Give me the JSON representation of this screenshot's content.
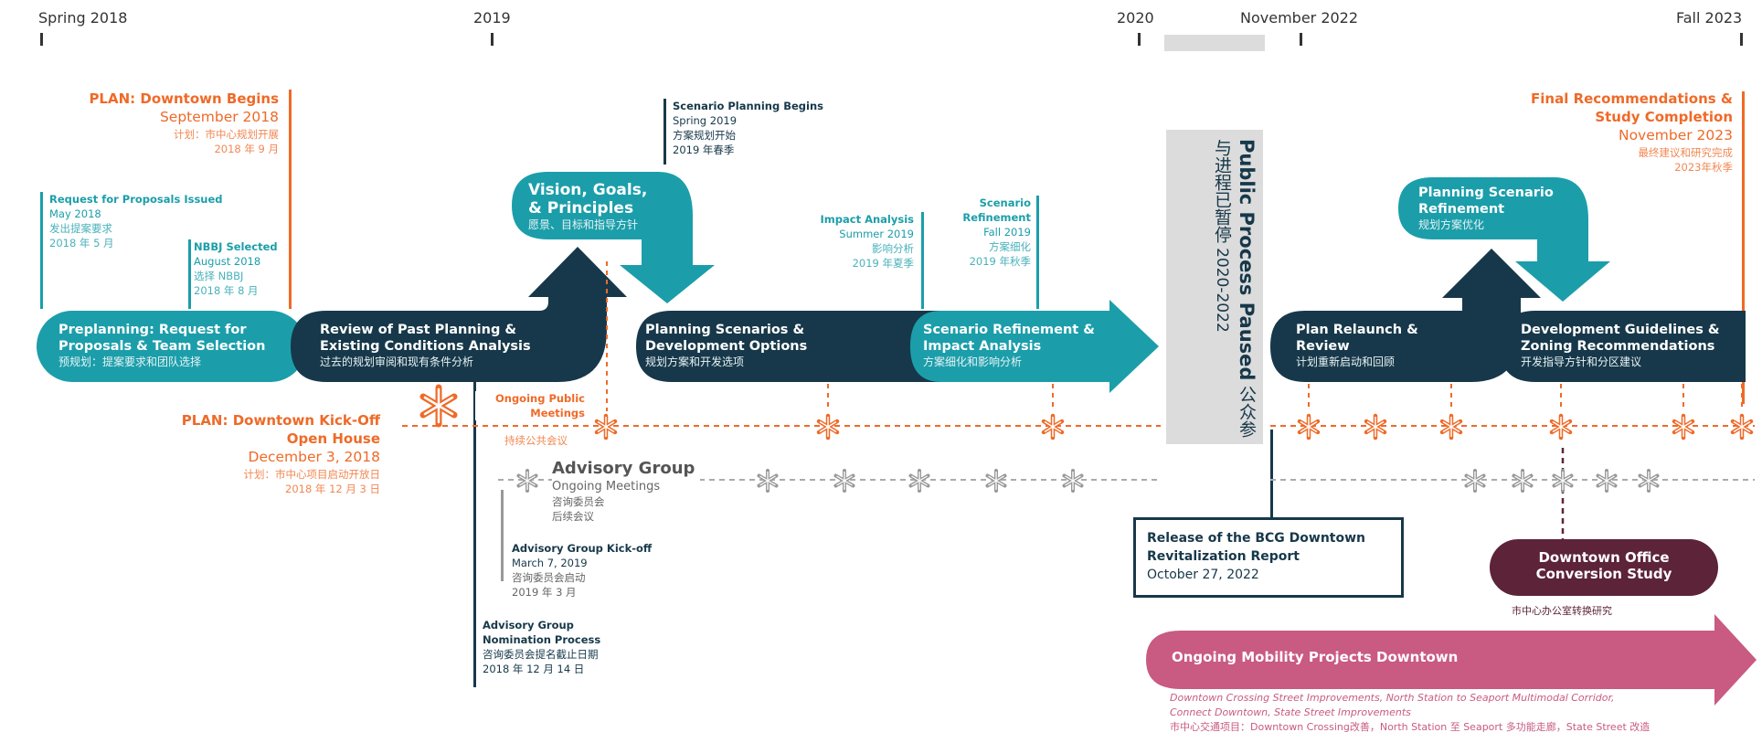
{
  "colors": {
    "teal": "#1b9eaa",
    "navy": "#17384a",
    "orange": "#ef6a28",
    "gray": "#999999",
    "maroon": "#5c2339",
    "pink": "#c95a82"
  },
  "timeline": {
    "labels": [
      "Spring 2018",
      "2019",
      "2020",
      "November 2022",
      "Fall 2023"
    ]
  },
  "milestones": {
    "plan_begins": {
      "title": "PLAN: Downtown Begins",
      "date": "September 2018",
      "zh1": "计划：市中心规划开展",
      "zh2": "2018 年 9 月"
    },
    "rfp": {
      "title": "Request for Proposals Issued",
      "date": "May 2018",
      "zh1": "发出提案要求",
      "zh2": "2018 年 5 月"
    },
    "nbbj": {
      "title": "NBBJ Selected",
      "date": "August 2018",
      "zh1": "选择 NBBJ",
      "zh2": "2018 年 8 月"
    },
    "scenario_begins": {
      "title": "Scenario Planning Begins",
      "date": "Spring 2019",
      "zh1": "方案规划开始",
      "zh2": "2019 年春季"
    },
    "impact": {
      "title": "Impact Analysis",
      "date": "Summer 2019",
      "zh1": "影响分析",
      "zh2": "2019 年夏季"
    },
    "refinement": {
      "title1": "Scenario",
      "title2": "Refinement",
      "date": "Fall 2019",
      "zh1": "方案细化",
      "zh2": "2019 年秋季"
    },
    "final": {
      "title1": "Final Recommendations &",
      "title2": "Study Completion",
      "date": "November 2023",
      "zh1": "最终建议和研究完成",
      "zh2": "2023年秋季"
    },
    "kickoff": {
      "title1": "PLAN: Downtown Kick-Off",
      "title2": "Open House",
      "date": "December 3, 2018",
      "zh1": "计划：市中心项目启动开放日",
      "zh2": "2018 年 12 月 3 日"
    },
    "ongoing_meetings": {
      "title1": "Ongoing Public",
      "title2": "Meetings",
      "zh": "持续公共会议"
    },
    "advisory_group": {
      "title": "Advisory Group",
      "sub": "Ongoing Meetings",
      "zh1": "咨询委员会",
      "zh2": "后续会议"
    },
    "ag_kickoff": {
      "title": "Advisory Group Kick-off",
      "date": "March 7, 2019",
      "zh1": "咨询委员会启动",
      "zh2": "2019 年 3 月"
    },
    "ag_nomination": {
      "title1": "Advisory Group",
      "title2": "Nomination Process",
      "zh1": "咨询委员会提名截止日期",
      "zh2": "2018 年 12 月 14 日"
    }
  },
  "phases": {
    "preplanning": {
      "title1": "Preplanning: Request for",
      "title2": "Proposals & Team Selection",
      "zh": "预规划：提案要求和团队选择"
    },
    "review": {
      "title1": "Review of Past Planning &",
      "title2": "Existing Conditions Analysis",
      "zh": "过去的规划审阅和现有条件分析"
    },
    "vision": {
      "title1": "Vision, Goals,",
      "title2": "& Principles",
      "zh": "愿景、目标和指导方针"
    },
    "planning_scenarios": {
      "title1": "Planning Scenarios &",
      "title2": "Development Options",
      "zh": "规划方案和开发选项"
    },
    "refinement_impact": {
      "title1": "Scenario Refinement &",
      "title2": "Impact Analysis",
      "zh": "方案细化和影响分析"
    },
    "paused": {
      "title": "Public Process Paused",
      "zh": "公众参与进程已暂停",
      "years": "2020-2022"
    },
    "relaunch": {
      "title1": "Plan Relaunch &",
      "title2": "Review",
      "zh": "计划重新启动和回顾"
    },
    "planning_refinement": {
      "title1": "Planning Scenario",
      "title2": "Refinement",
      "zh": "规划方案优化"
    },
    "guidelines": {
      "title1": "Development Guidelines &",
      "title2": "Zoning Recommendations",
      "zh": "开发指导方针和分区建议"
    }
  },
  "bcg": {
    "title1": "Release of the BCG Downtown",
    "title2": "Revitalization Report",
    "date": "October 27, 2022"
  },
  "office": {
    "title1": "Downtown Office",
    "title2": "Conversion Study",
    "zh": "市中心办公室转换研究"
  },
  "mobility": {
    "title": "Ongoing Mobility Projects Downtown",
    "line1": "Downtown Crossing Street Improvements, North Station to Seaport Multimodal Corridor,",
    "line2": "Connect Downtown, State Street Improvements",
    "zh": "市中心交通项目：Downtown Crossing改善，North Station 至 Seaport 多功能走廊，State Street 改造"
  }
}
